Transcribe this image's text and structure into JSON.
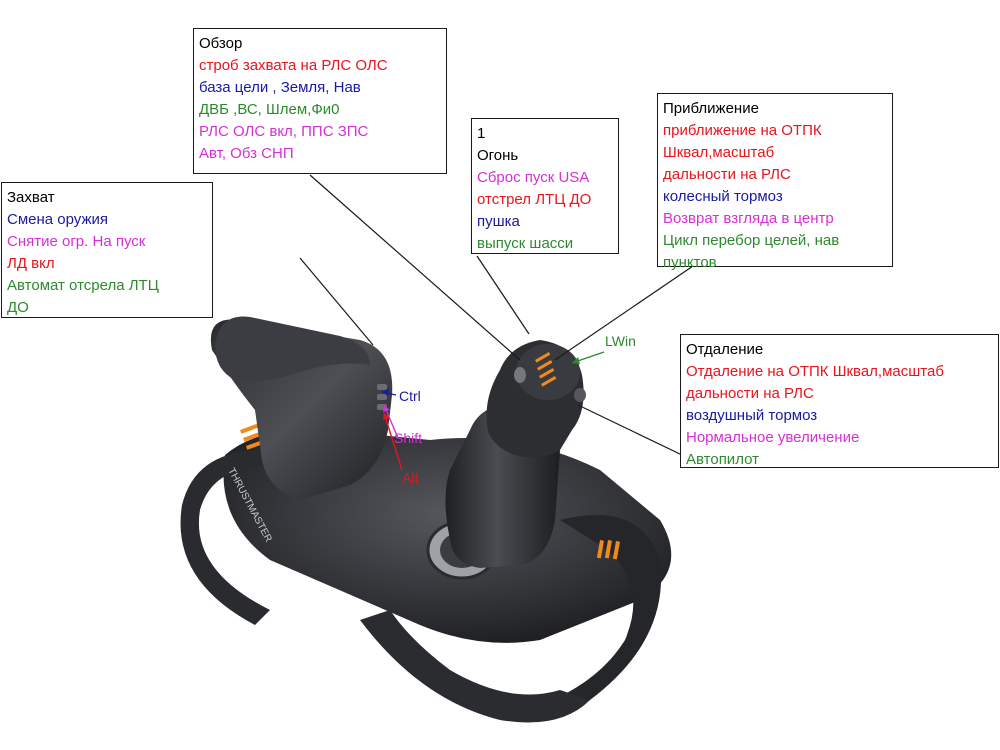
{
  "colors": {
    "red": "#e8141e",
    "blue": "#1a1aa0",
    "green": "#2e8a2e",
    "magenta": "#d62fd6",
    "outline": "#1a1a1a",
    "accent_orange": "#f08a1c"
  },
  "callouts": {
    "obzor": {
      "title": "Обзор",
      "lines": [
        {
          "text": "строб захвата на РЛС ОЛС",
          "color": "red"
        },
        {
          "text": "база цели , Земля, Нав",
          "color": "blue"
        },
        {
          "text": "ДВБ ,ВС, Шлем,Фи0",
          "color": "green"
        },
        {
          "text": "РЛС  ОЛС вкл, ППС ЗПС",
          "color": "magenta"
        },
        {
          "text": "Авт, Обз СНП",
          "color": "magenta"
        }
      ]
    },
    "zahvat": {
      "title": "Захват",
      "lines": [
        {
          "text": "Смена оружия",
          "color": "blue"
        },
        {
          "text": "Снятие огр. На пуск",
          "color": "magenta"
        },
        {
          "text": "ЛД вкл",
          "color": "red"
        },
        {
          "text": "Автомат отсрела ЛТЦ",
          "color": "green"
        },
        {
          "text": "ДО",
          "color": "green"
        }
      ]
    },
    "ogon": {
      "number": "1",
      "title": "Огонь",
      "lines": [
        {
          "text": "Сброс пуск USA",
          "color": "magenta"
        },
        {
          "text": "отстрел ЛТЦ ДО",
          "color": "red"
        },
        {
          "text": "пушка",
          "color": "blue"
        },
        {
          "text": "выпуск шасси",
          "color": "green"
        }
      ]
    },
    "priblizhenie": {
      "title": "Приближение",
      "lines": [
        {
          "text": "приближение на ОТПК",
          "color": "red"
        },
        {
          "text": "Шквал,масштаб",
          "color": "red"
        },
        {
          "text": "дальности на РЛС",
          "color": "red"
        },
        {
          "text": "колесный тормоз",
          "color": "blue"
        },
        {
          "text": "Возврат взгляда в центр",
          "color": "magenta"
        },
        {
          "text": "Цикл перебор целей, нав",
          "color": "green"
        },
        {
          "text": "пунктов",
          "color": "green"
        }
      ]
    },
    "otdalenie": {
      "title": "Отдаление",
      "lines": [
        {
          "text": "Отдаление на ОТПК Шквал,масштаб",
          "color": "red"
        },
        {
          "text": "дальности на РЛС",
          "color": "red"
        },
        {
          "text": "воздушный тормоз",
          "color": "blue"
        },
        {
          "text": "Нормальное увеличение",
          "color": "magenta"
        },
        {
          "text": "Автопилот",
          "color": "green"
        }
      ]
    }
  },
  "keys": {
    "ctrl": {
      "text": "Ctrl",
      "color": "blue"
    },
    "shift": {
      "text": "Shift",
      "color": "magenta"
    },
    "alt": {
      "text": "Alt",
      "color": "red"
    },
    "lwin": {
      "text": "LWin",
      "color": "green"
    }
  },
  "device": {
    "brand_text": "THRUSTMASTER"
  }
}
